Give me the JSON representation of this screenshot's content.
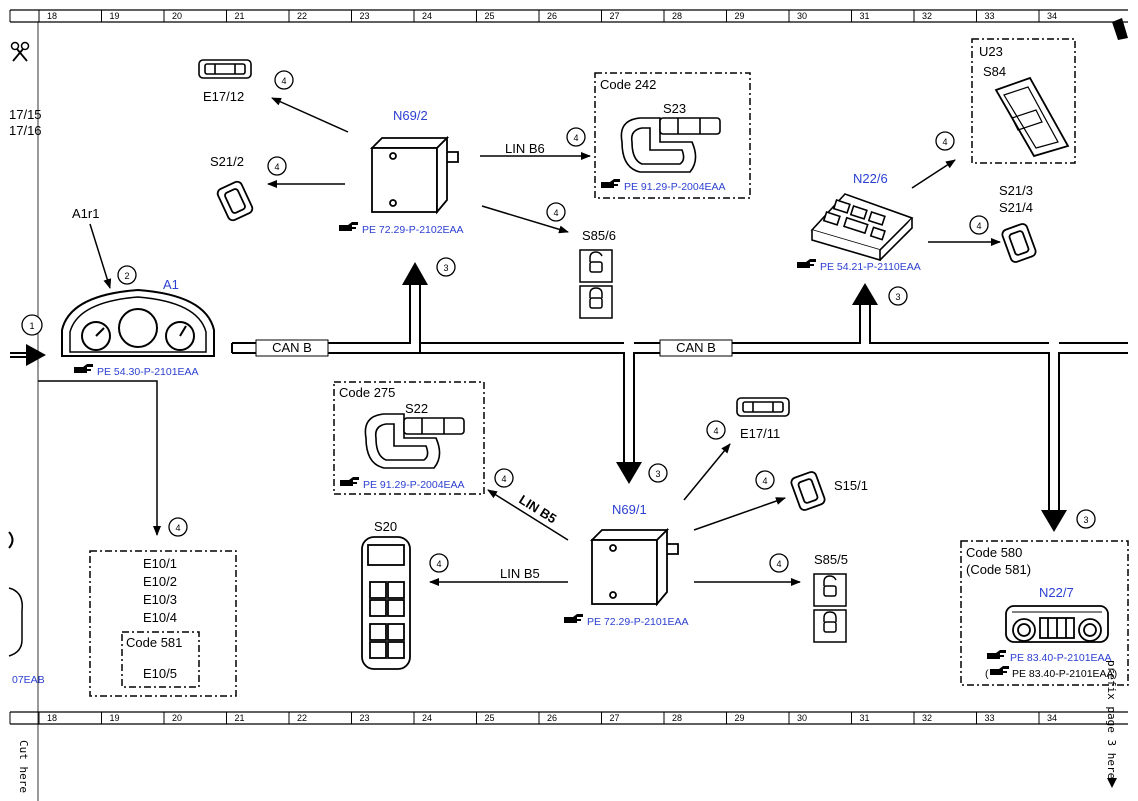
{
  "grid_columns": [
    "18",
    "19",
    "20",
    "21",
    "22",
    "23",
    "24",
    "25",
    "26",
    "27",
    "28",
    "29",
    "30",
    "31",
    "32",
    "33",
    "34"
  ],
  "margin_labels": {
    "ref_a": "17/15",
    "ref_b": "17/16",
    "left_code": "07EAB",
    "cut_here": "Cut here",
    "prefix_note": "prefix page 3 here"
  },
  "buses": {
    "can_b_left": "CAN B",
    "can_b_right": "CAN B",
    "lin_b6": "LIN B6",
    "lin_b5_diag": "LIN B5",
    "lin_b5_horiz": "LIN B5"
  },
  "callouts": {
    "c1": "1",
    "c2": "2",
    "c3": "3",
    "c4": "4"
  },
  "components": {
    "a1": {
      "name": "A1",
      "sublabel": "A1r1",
      "ref": "PE 54.30-P-2101EAA"
    },
    "n69_2": {
      "name": "N69/2",
      "ref": "PE 72.29-P-2102EAA"
    },
    "n69_1": {
      "name": "N69/1",
      "ref": "PE 72.29-P-2101EAA"
    },
    "n22_6": {
      "name": "N22/6",
      "ref": "PE 54.21-P-2110EAA"
    },
    "n22_7": {
      "name": "N22/7",
      "code_a": "Code 580",
      "code_b": "(Code 581)",
      "ref": "PE 83.40-P-2101EAA",
      "ref2": "(",
      "ref2b": "PE 83.40-P-2101EAA)"
    },
    "e17_12": "E17/12",
    "s21_2": "S21/2",
    "code_242": {
      "code": "Code 242",
      "switch": "S23",
      "ref": "PE 91.29-P-2004EAA"
    },
    "s85_6": "S85/6",
    "u23": "U23",
    "s84": "S84",
    "s21_3": "S21/3",
    "s21_4": "S21/4",
    "code_275": {
      "code": "Code 275",
      "switch": "S22",
      "ref": "PE 91.29-P-2004EAA"
    },
    "e17_11": "E17/11",
    "s15_1": "S15/1",
    "s85_5": "S85/5",
    "s20": "S20",
    "e10_group": {
      "items": [
        "E10/1",
        "E10/2",
        "E10/3",
        "E10/4"
      ],
      "code": "Code 581",
      "e10_5": "E10/5"
    }
  }
}
